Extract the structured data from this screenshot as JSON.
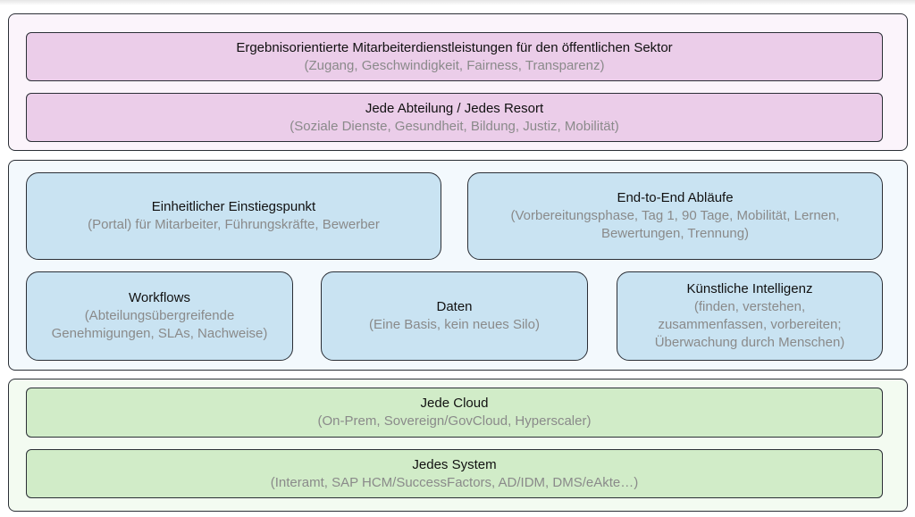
{
  "layers": {
    "top": {
      "boxes": [
        {
          "title": "Ergebnisorientierte Mitarbeiterdienstleistungen für den öffentlichen Sektor",
          "sub": "(Zugang, Geschwindigkeit, Fairness, Transparenz)"
        },
        {
          "title": "Jede Abteilung / Jedes Resort",
          "sub": "(Soziale Dienste, Gesundheit, Bildung, Justiz, Mobilität)"
        }
      ]
    },
    "middle": {
      "boxes": [
        {
          "title": "Einheitlicher Einstiegspunkt",
          "sub": "(Portal) für Mitarbeiter, Führungskräfte, Bewerber"
        },
        {
          "title": "End-to-End Abläufe",
          "sub": "(Vorbereitungsphase, Tag 1, 90 Tage, Mobilität, Lernen,\nBewertungen, Trennung)"
        },
        {
          "title": "Workflows",
          "sub": "(Abteilungsübergreifende\nGenehmigungen, SLAs, Nachweise)"
        },
        {
          "title": "Daten",
          "sub": "(Eine Basis, kein neues Silo)"
        },
        {
          "title": "Künstliche Intelligenz",
          "sub": "(finden, verstehen,\nzusammenfassen, vorbereiten;\nÜberwachung durch Menschen)"
        }
      ]
    },
    "bottom": {
      "boxes": [
        {
          "title": "Jede Cloud",
          "sub": "(On-Prem, Sovereign/GovCloud, Hyperscaler)"
        },
        {
          "title": "Jedes System",
          "sub": "(Interamt, SAP HCM/SuccessFactors, AD/IDM, DMS/eAkte…)"
        }
      ]
    }
  },
  "colors": {
    "pink_box": "#ebcde9",
    "blue_box": "#c9e3f2",
    "green_box": "#d1ecc8",
    "subtitle_text": "#8a8a8a"
  }
}
